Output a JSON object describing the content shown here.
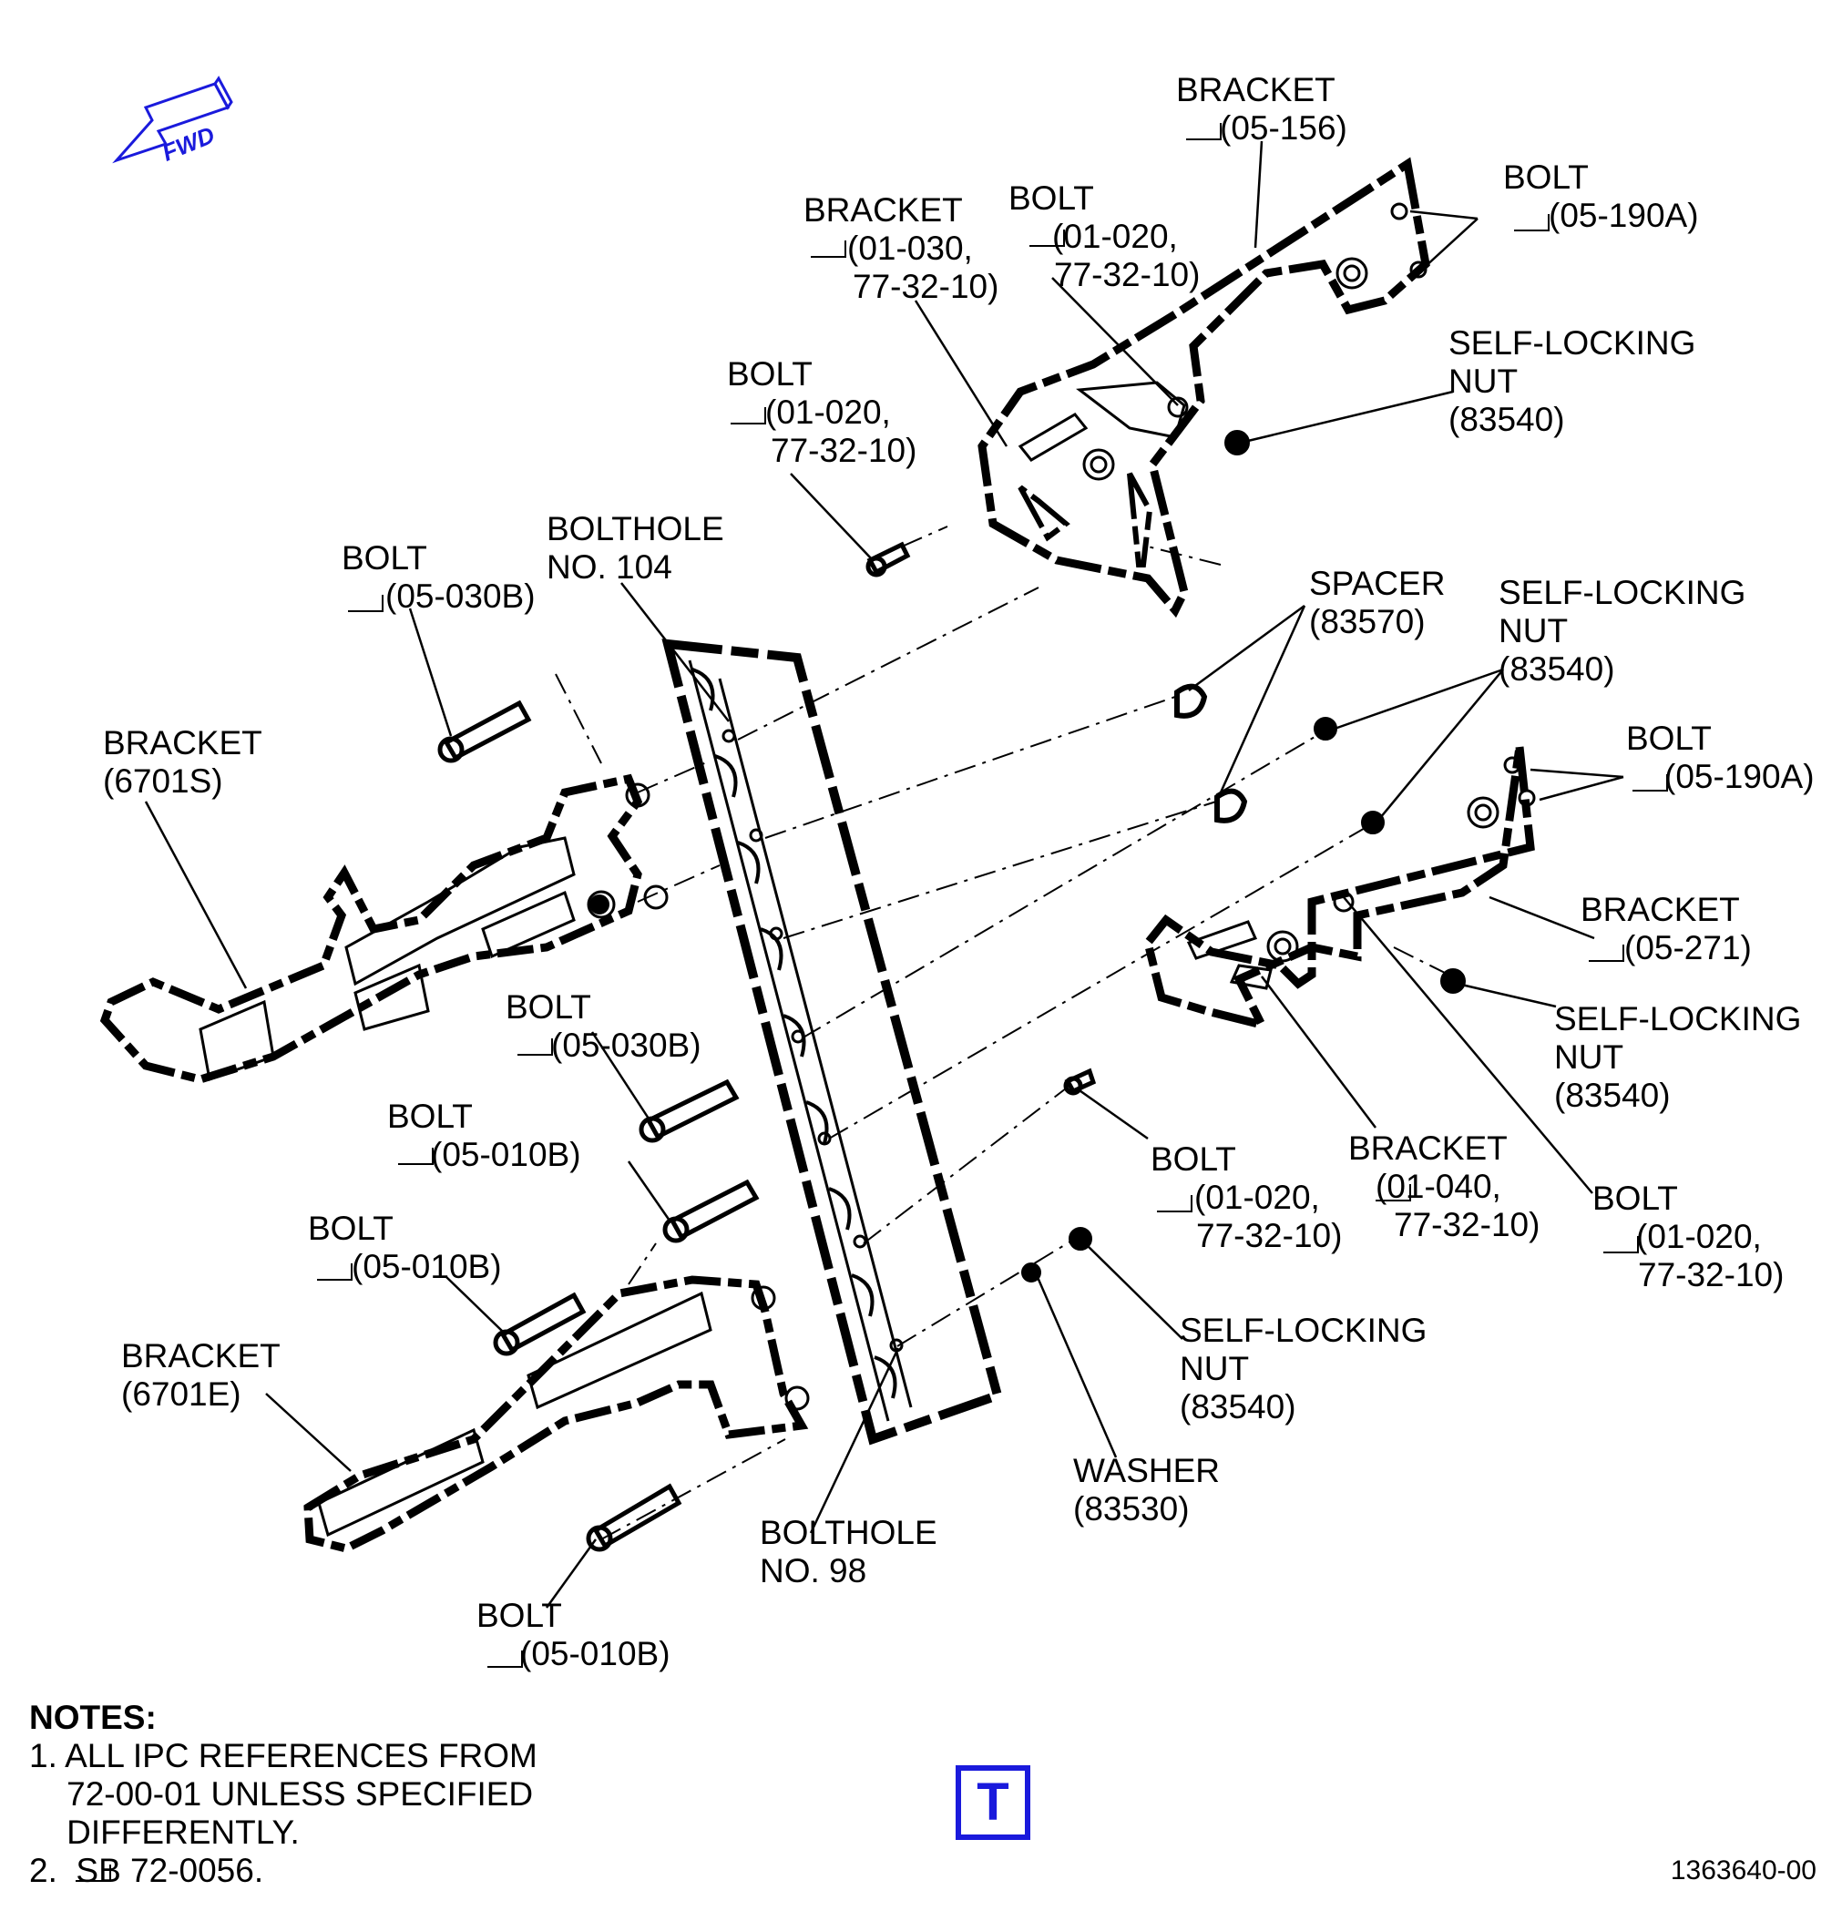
{
  "fwd_arrow": {
    "label": "FWD",
    "color": "#1a1adc"
  },
  "labels": {
    "bracket_05_156": [
      "BRACKET",
      "(05-156)"
    ],
    "bolt_05_190a_top": [
      "BOLT",
      "(05-190A)"
    ],
    "bracket_01_030": [
      "BRACKET",
      "(01-030,",
      "77-32-10)"
    ],
    "bolt_01_020_top": [
      "BOLT",
      "(01-020,",
      "77-32-10)"
    ],
    "self_locking_nut_top": [
      "SELF-LOCKING",
      "NUT",
      "(83540)"
    ],
    "bolt_01_020_left": [
      "BOLT",
      "(01-020,",
      "77-32-10)"
    ],
    "bolthole_104": [
      "BOLTHOLE",
      "NO. 104"
    ],
    "bolt_05_030b_top": [
      "BOLT",
      "(05-030B)"
    ],
    "spacer_83570": [
      "SPACER",
      "(83570)"
    ],
    "self_locking_nut_mid": [
      "SELF-LOCKING",
      "NUT",
      "(83540)"
    ],
    "bracket_6701s": [
      "BRACKET",
      "(6701S)"
    ],
    "bolt_05_190a_right": [
      "BOLT",
      "(05-190A)"
    ],
    "bracket_05_271": [
      "BRACKET",
      "(05-271)"
    ],
    "self_locking_nut_right": [
      "SELF-LOCKING",
      "NUT",
      "(83540)"
    ],
    "bolt_05_030b_mid": [
      "BOLT",
      "(05-030B)"
    ],
    "bolt_05_010b_a": [
      "BOLT",
      "(05-010B)"
    ],
    "bolt_01_020_mid": [
      "BOLT",
      "(01-020,",
      "77-32-10)"
    ],
    "bracket_01_040": [
      "BRACKET",
      "(01-040,",
      "77-32-10)"
    ],
    "bolt_01_020_right": [
      "BOLT",
      "(01-020,",
      "77-32-10)"
    ],
    "bolt_05_010b_b": [
      "BOLT",
      "(05-010B)"
    ],
    "bracket_6701e": [
      "BRACKET",
      "(6701E)"
    ],
    "self_locking_nut_bottom": [
      "SELF-LOCKING",
      "NUT",
      "(83540)"
    ],
    "washer_83530": [
      "WASHER",
      "(83530)"
    ],
    "bolthole_98": [
      "BOLTHOLE",
      "NO. 98"
    ],
    "bolt_05_010b_bottom": [
      "BOLT",
      "(05-010B)"
    ]
  },
  "notes": {
    "heading": "NOTES:",
    "lines": [
      "1. ALL IPC REFERENCES FROM",
      "    72-00-01 UNLESS SPECIFIED",
      "    DIFFERENTLY.",
      "2.  SB 72-0056."
    ]
  },
  "t_box": {
    "label": "T",
    "color": "#1a1adc"
  },
  "drawing_number": "1363640-00"
}
